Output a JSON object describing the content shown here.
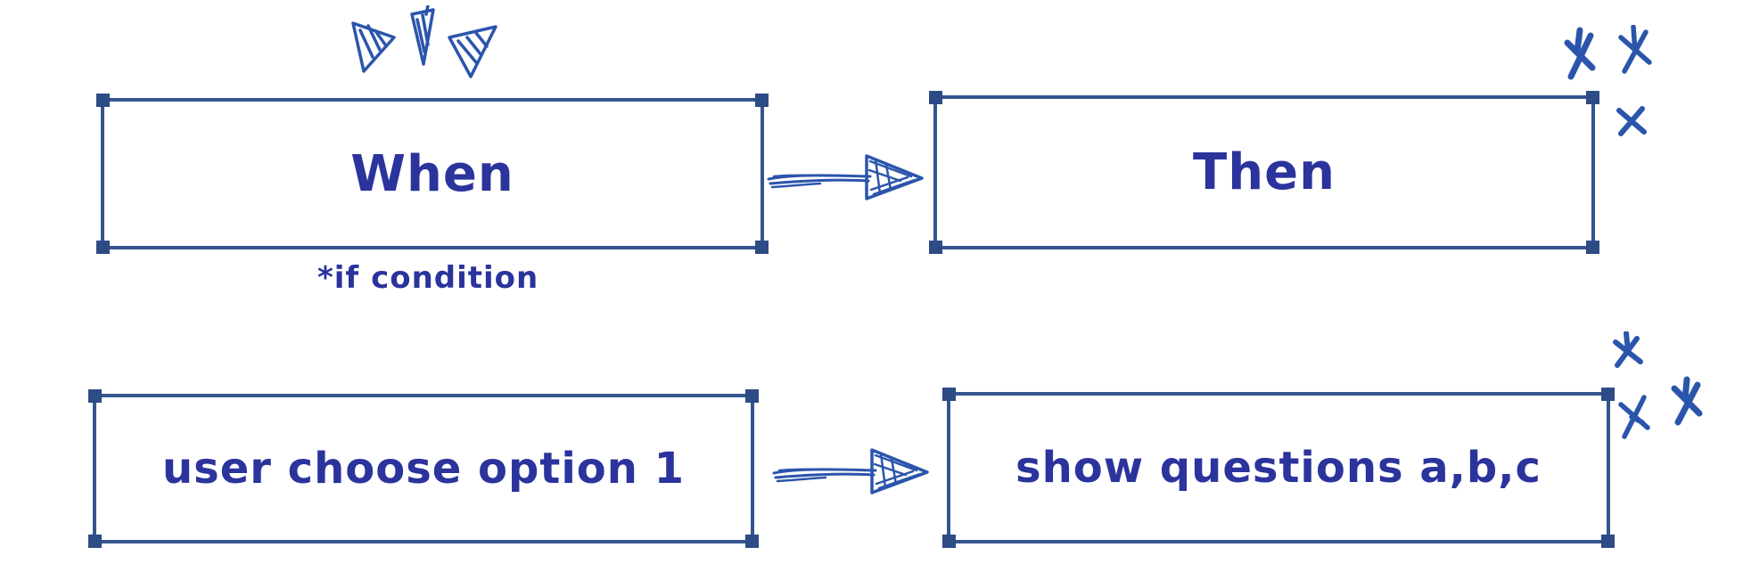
{
  "canvas": {
    "background": "#ffffff"
  },
  "colors": {
    "shape_stroke": "#34558e",
    "selection_handle": "#2d4b85",
    "label_text": "#2b339c",
    "doodle_ink": "#2b55ab"
  },
  "boxes": [
    {
      "id": "when",
      "label": "When",
      "selected": true
    },
    {
      "id": "then",
      "label": "Then",
      "selected": true
    },
    {
      "id": "user-option",
      "label": "user choose option 1",
      "selected": true
    },
    {
      "id": "show-questions",
      "label": "show questions a,b,c",
      "selected": true
    }
  ],
  "annotations": [
    {
      "id": "if-condition",
      "text": "*if condition",
      "attached_to": "when"
    }
  ],
  "connectors": [
    {
      "id": "when-then-arrow",
      "type": "sketch-arrow-right",
      "from": "when",
      "to": "then"
    },
    {
      "id": "option-questions-arrow",
      "type": "sketch-arrow-right",
      "from": "user-option",
      "to": "show-questions"
    }
  ],
  "decorations": [
    {
      "id": "emphasis-rays",
      "type": "hatched-triangle-rays",
      "count": 3,
      "position": "above-when-box"
    },
    {
      "id": "asterisks-top-right",
      "type": "asterisk-doodles",
      "count": 3,
      "position": "top-right-of-then-box"
    },
    {
      "id": "asterisks-bottom-right",
      "type": "asterisk-doodles",
      "count": 3,
      "position": "top-right-of-show-questions-box"
    }
  ]
}
